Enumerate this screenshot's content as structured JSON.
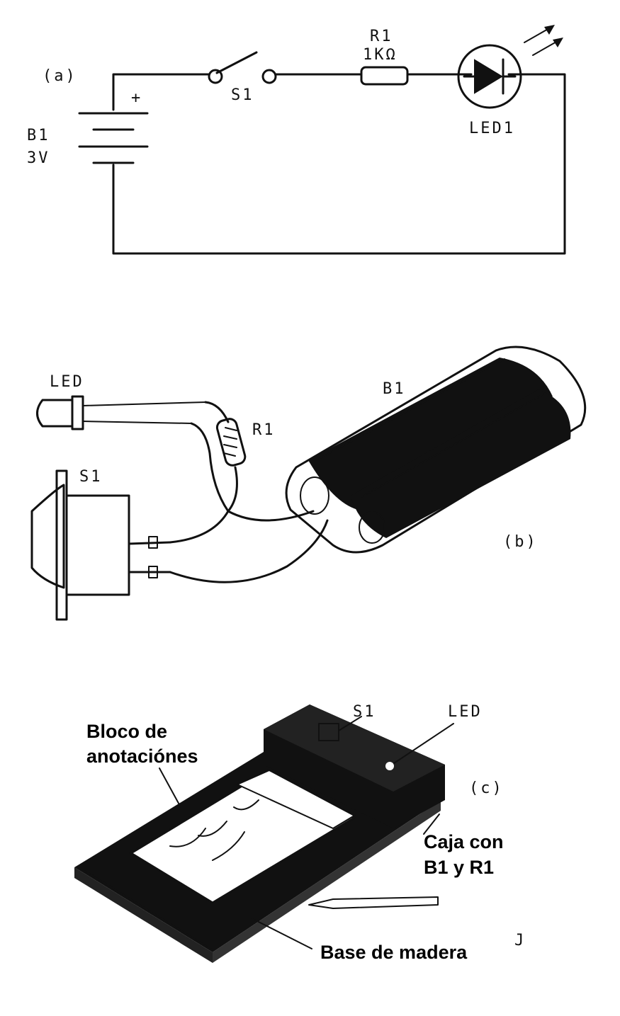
{
  "panel_a": {
    "label": "(a)",
    "battery_label": "B1",
    "battery_voltage": "3V",
    "battery_polarity": "+",
    "switch_label": "S1",
    "resistor_label": "R1",
    "resistor_value": "1KΩ",
    "led_label": "LED1"
  },
  "panel_b": {
    "label": "(b)",
    "led_label": "LED",
    "resistor_label": "R1",
    "switch_label": "S1",
    "battery_label": "B1"
  },
  "panel_c": {
    "label": "(c)",
    "switch_label": "S1",
    "led_label": "LED",
    "notepad_line1": "Bloco de",
    "notepad_line2": "anotaciónes",
    "box_line1": "Caja con",
    "box_line2": "B1 y R1",
    "base_label": "Base de madera",
    "corner_mark": "J"
  }
}
